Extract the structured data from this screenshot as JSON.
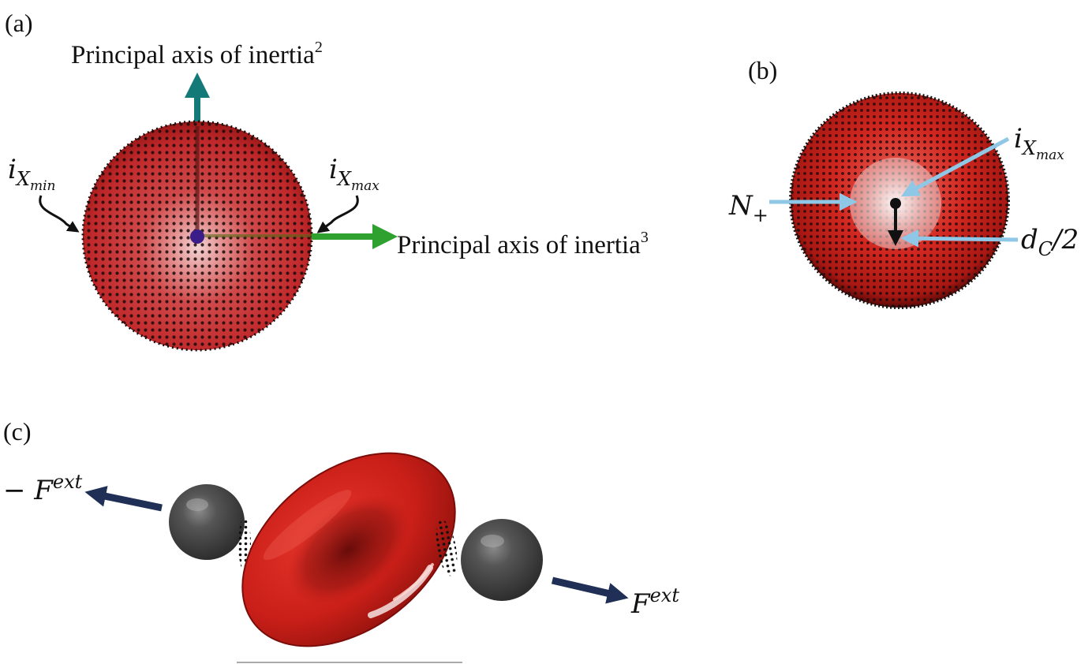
{
  "panels": {
    "a": {
      "label": "(a)",
      "axis2": {
        "text": "Principal axis of inertia",
        "sup": "2"
      },
      "axis3": {
        "text": "Principal axis of inertia",
        "sup": "3"
      },
      "ixmin": {
        "base": "i",
        "sub": "X",
        "subsub": "min"
      },
      "ixmax": {
        "base": "i",
        "sub": "X",
        "subsub": "max"
      }
    },
    "b": {
      "label": "(b)",
      "ixmax": {
        "base": "i",
        "sub": "X",
        "subsub": "max"
      },
      "nplus": {
        "base": "N",
        "sub": "+"
      },
      "dc": {
        "base": "d",
        "sub": "C",
        "tail": "/2"
      }
    },
    "c": {
      "label": "(c)",
      "fneg": {
        "prefix": "− ",
        "base": "F",
        "sup": "ext"
      },
      "fpos": {
        "base": "F",
        "sup": "ext"
      }
    }
  },
  "colors": {
    "cell_red": "#c8231f",
    "axis2_teal": "#137a78",
    "axis3_green": "#2ea12e",
    "pointer_lightblue": "#8fc8e6",
    "force_navy": "#1f2f55",
    "bead_gray": "#4a4a4a"
  }
}
